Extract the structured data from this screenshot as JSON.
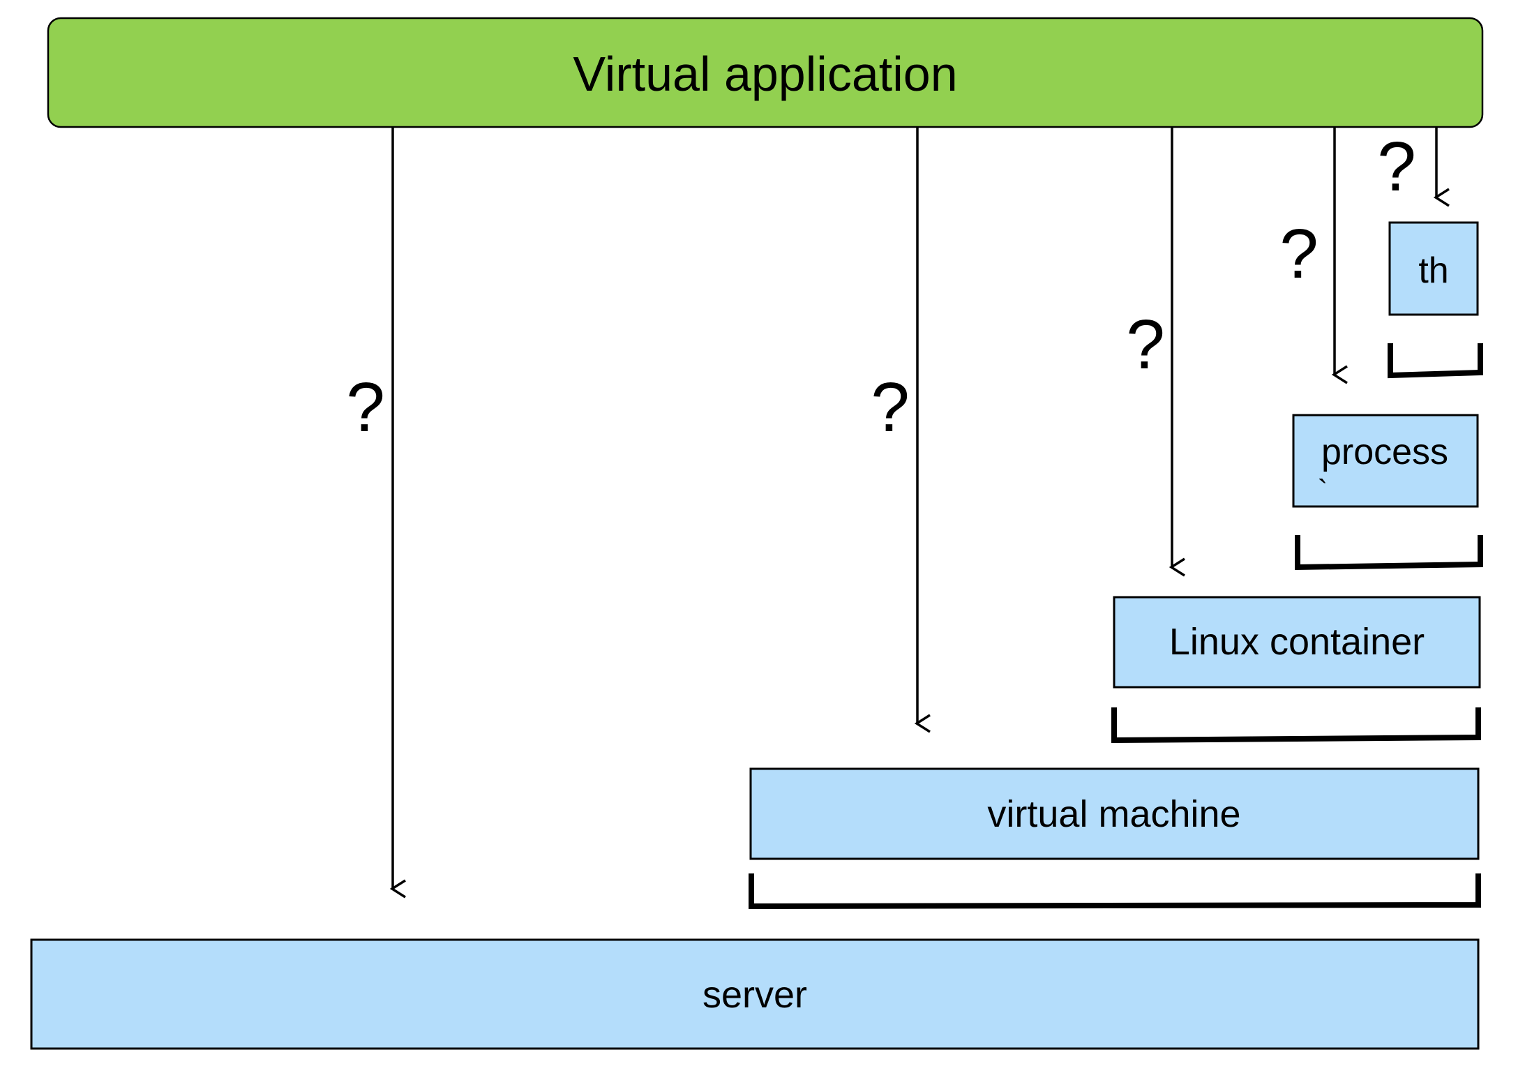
{
  "diagram": {
    "top_label": "Virtual application",
    "question_mark": "?",
    "layers": {
      "thread": "th",
      "process": "process",
      "process_mark": "`",
      "container": "Linux container",
      "vm": "virtual machine",
      "server": "server"
    },
    "colors": {
      "top_fill": "#92d050",
      "layer_fill": "#b4ddfb",
      "stroke": "#000000"
    }
  }
}
